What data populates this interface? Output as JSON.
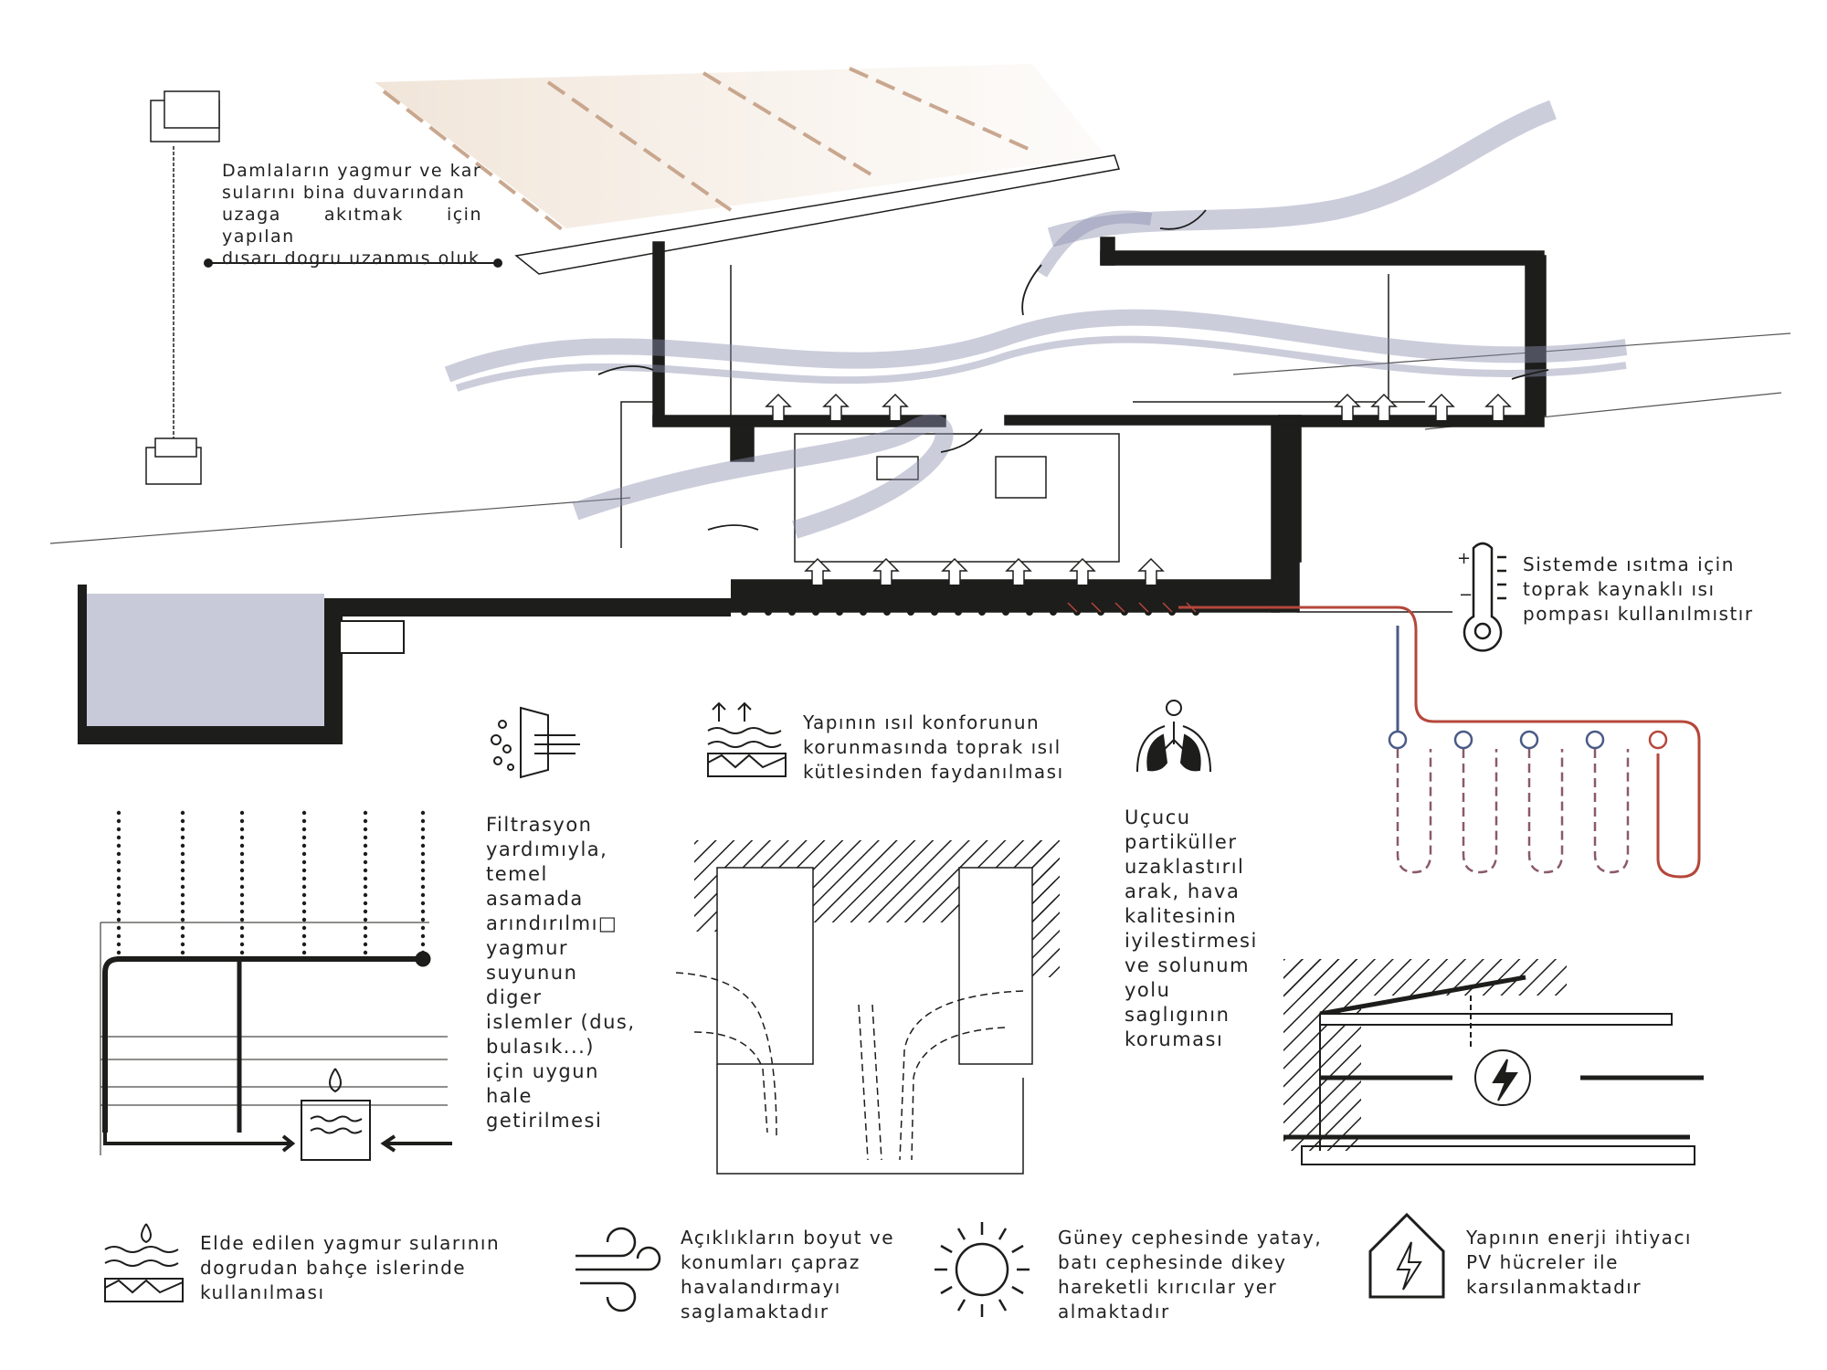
{
  "gutter_note": [
    "Damlaların yagmur ve kar",
    "sularını bina duvarından",
    "uzaga akıtmak için yapılan",
    "dısarı dogru uzanmıs oluk"
  ],
  "heat_pump_note": [
    "Sistemde ısıtma için",
    "toprak kaynaklı ısı",
    "pompası kullanılmıstır"
  ],
  "thermal_mass_note": [
    "Yapının ısıl konforunun",
    "korunmasında toprak ısıl",
    "kütlesinden faydanılması"
  ],
  "filtration_note": [
    "Filtrasyon",
    "yardımıyla,",
    "temel",
    "asamada",
    "arındırılmı□",
    "yagmur",
    "suyunun diger",
    "islemler (dus,",
    "bulasık...)",
    "için uygun",
    "hale",
    "getirilmesi"
  ],
  "air_quality_note": [
    "Uçucu",
    "partiküller",
    "uzaklastırıl",
    "arak, hava",
    "kalitesinin",
    "iyilestirmesi",
    "ve solunum",
    "yolu",
    "saglıgının",
    "koruması"
  ],
  "bottom_notes": [
    {
      "icon": "water-soil-icon",
      "lines": [
        "Elde edilen yagmur sularının",
        "dogrudan bahçe islerinde",
        "kullanılması"
      ]
    },
    {
      "icon": "wind-icon",
      "lines": [
        "Açıklıkların boyut ve",
        "konumları çapraz",
        "havalandırmayı",
        "saglamaktadır"
      ]
    },
    {
      "icon": "sun-icon",
      "lines": [
        "Güney cephesinde yatay,",
        "batı cephesinde dikey",
        "hareketli kırıcılar yer",
        "almaktadır"
      ]
    },
    {
      "icon": "house-energy-icon",
      "lines": [
        "Yapının enerji ihtiyacı",
        "PV hücreler ile",
        "karsılanmaktadır"
      ]
    }
  ],
  "colors": {
    "ink": "#1d1d1b",
    "warm_pipe": "#b5473b",
    "cool_pipe": "#4a5a86",
    "water": "#c9cad9",
    "sun_ray": "#c9a78f",
    "air": "#8c90b0"
  }
}
